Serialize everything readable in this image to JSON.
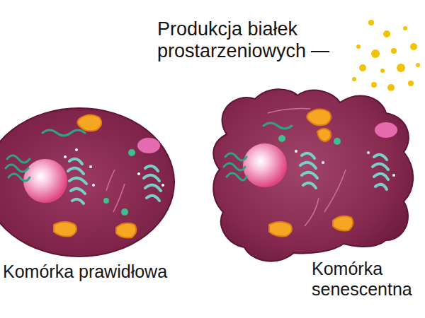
{
  "diagram": {
    "labels": [
      "Produkcja białek prostarzeniowych",
      "Komórka prawidłowa",
      "Komórka senescentna"
    ]
  }
}
